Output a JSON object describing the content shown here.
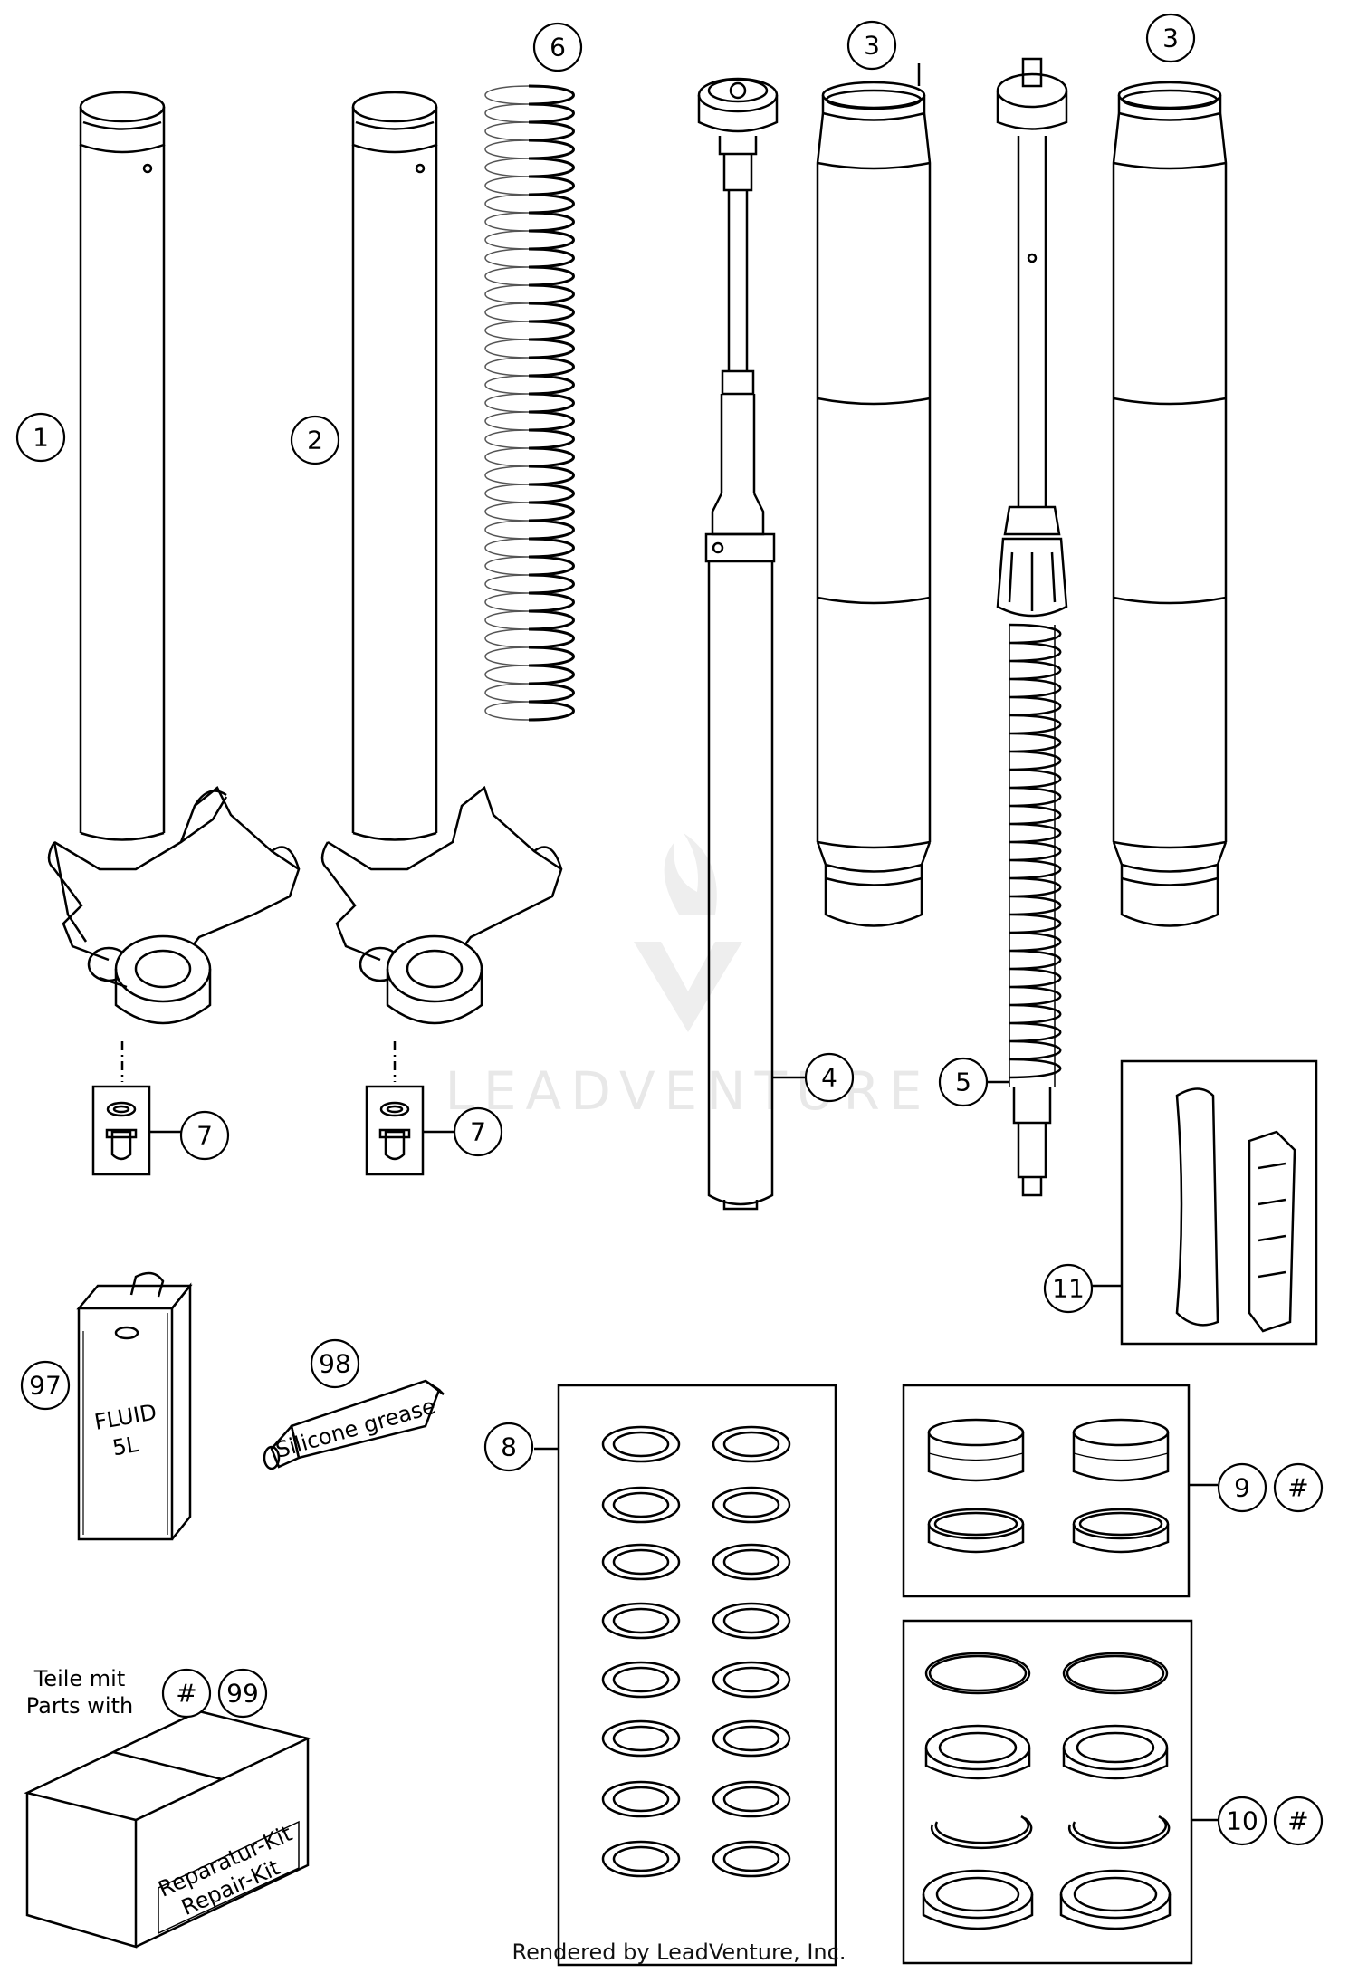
{
  "callouts": {
    "c1": "1",
    "c2": "2",
    "c3a": "3",
    "c3b": "3",
    "c4": "4",
    "c5": "5",
    "c6": "6",
    "c7a": "7",
    "c7b": "7",
    "c8": "8",
    "c9": "9",
    "c10": "10",
    "c11": "11",
    "c97": "97",
    "c98": "98",
    "c99": "99",
    "hash1": "#",
    "hash2": "#",
    "hash3": "#"
  },
  "kit_label": {
    "line1": "Teile mit",
    "line2": "Parts with"
  },
  "box_text": {
    "line1": "Reparatur-Kit",
    "line2": "Repair-Kit"
  },
  "can_text": {
    "line1": "FLUID",
    "line2": "5L"
  },
  "tube_text": {
    "line1": "Silicone grease"
  },
  "watermark": "LEADVENTURE",
  "footer": "Rendered by LeadVenture, Inc."
}
